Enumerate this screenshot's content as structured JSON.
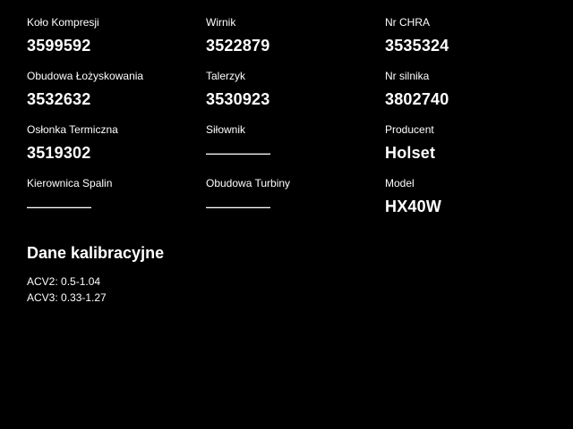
{
  "page": {
    "background_color": "#000000",
    "text_color": "#ffffff"
  },
  "fields": [
    {
      "label": "Koło Kompresji",
      "value": "3599592"
    },
    {
      "label": "Wirnik",
      "value": "3522879"
    },
    {
      "label": "Nr CHRA",
      "value": "3535324"
    },
    {
      "label": "Obudowa Łożyskowania",
      "value": "3532632"
    },
    {
      "label": "Talerzyk",
      "value": "3530923"
    },
    {
      "label": "Nr silnika",
      "value": "3802740"
    },
    {
      "label": "Osłonka Termiczna",
      "value": "3519302"
    },
    {
      "label": "Siłownik",
      "value": "————"
    },
    {
      "label": "Producent",
      "value": "Holset"
    },
    {
      "label": "Kierownica Spalin",
      "value": "————"
    },
    {
      "label": "Obudowa Turbiny",
      "value": "————"
    },
    {
      "label": "Model",
      "value": "HX40W"
    }
  ],
  "calibration": {
    "title": "Dane kalibracyjne",
    "lines": [
      "ACV2: 0.5-1.04",
      "ACV3: 0.33-1.27"
    ]
  }
}
